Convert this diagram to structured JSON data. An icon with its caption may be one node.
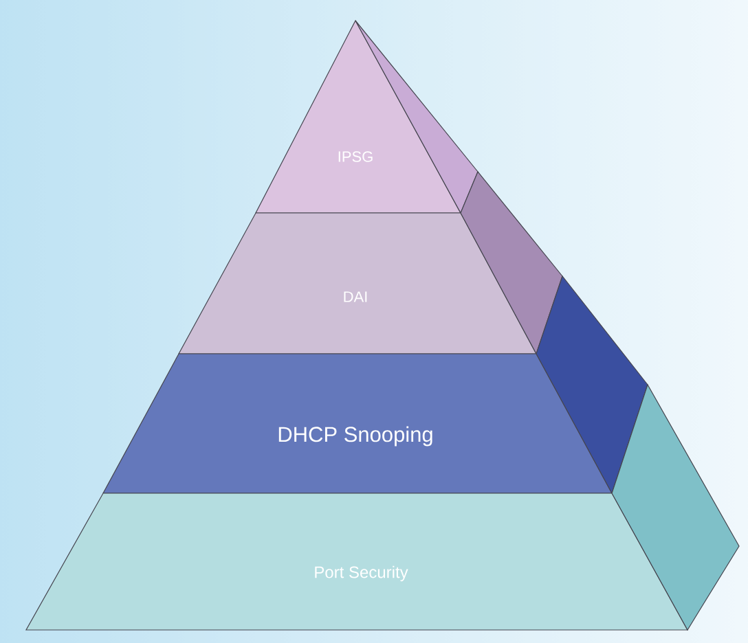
{
  "diagram": {
    "nodes": [
      {
        "text": [
          "IPSG"
        ]
      },
      {
        "text": [
          "DAI"
        ]
      },
      {
        "text": [
          "DHCP Snooping"
        ]
      },
      {
        "text": [
          "Port Security"
        ]
      }
    ]
  }
}
